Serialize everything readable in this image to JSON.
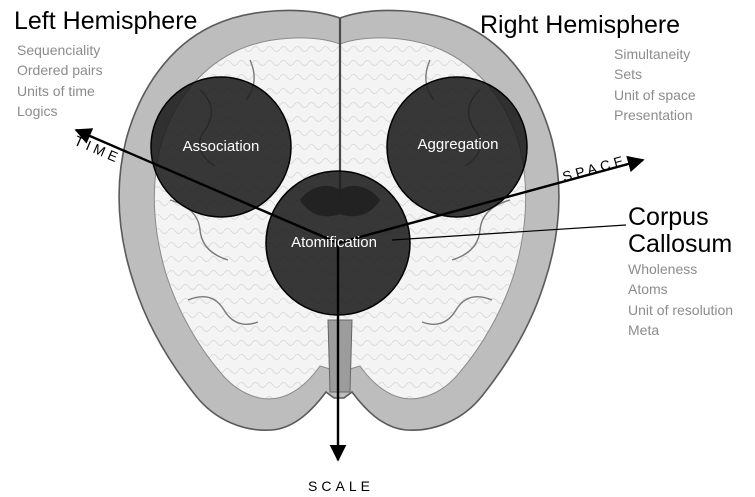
{
  "left_hemisphere": {
    "title": "Left Hemisphere",
    "items": [
      "Sequenciality",
      "Ordered pairs",
      "Units of time",
      "Logics"
    ]
  },
  "right_hemisphere": {
    "title": "Right Hemisphere",
    "items": [
      "Simultaneity",
      "Sets",
      "Unit of space",
      "Presentation"
    ]
  },
  "corpus_callosum": {
    "title_line1": "Corpus",
    "title_line2": "Callosum",
    "items": [
      "Wholeness",
      "Atoms",
      "Unit of resolution",
      "Meta"
    ]
  },
  "circles": {
    "association": "Association",
    "aggregation": "Aggregation",
    "atomification": "Atomification"
  },
  "axes": {
    "time": "TIME",
    "space": "SPACE",
    "scale": "SCALE"
  },
  "colors": {
    "circle_fill": "#1c1c1c",
    "circle_stroke": "#000000",
    "list_text": "#8c8c8c",
    "brain_grey_matter": "#bdbdbd",
    "brain_white_matter": "#f4f4f4"
  }
}
